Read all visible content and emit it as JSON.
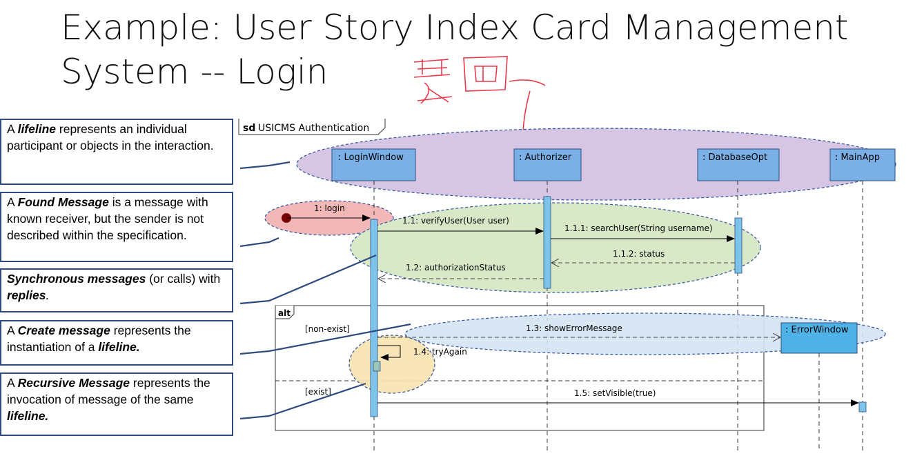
{
  "slide": {
    "title_line1": "Example: User Story Index Card Management",
    "title_line2": "System -- Login",
    "handwriting": "要画"
  },
  "notes": {
    "lifeline": {
      "p1": "A ",
      "em1": "lifeline",
      "p2": " represents an individual participant or objects in the interaction."
    },
    "found": {
      "p1": "A ",
      "em1": "Found Message",
      "p2": " is a message with known receiver, but the sender is not described within the specification."
    },
    "sync": {
      "em1": "Synchronous messages",
      "p1": " (or calls) with ",
      "em2": "replies",
      "p2": "."
    },
    "create": {
      "p1": "A ",
      "em1": "Create message",
      "p2": " represents the instantiation of a ",
      "em2": "lifeline."
    },
    "recursive": {
      "p1": "A ",
      "em1": "Recursive Message",
      "p2": " represents the invocation of message of the same ",
      "em2": "lifeline."
    }
  },
  "diagram": {
    "frame_keyword": "sd",
    "frame_name": "USICMS Authentication",
    "lifelines": [
      ": LoginWindow",
      ": Authorizer",
      ": DatabaseOpt",
      ": MainApp"
    ],
    "created_lifeline": ": ErrorWindow",
    "fragment": {
      "operator": "alt",
      "guard1": "[non-exist]",
      "guard2": "[exist]"
    },
    "messages": {
      "m1": "1: login",
      "m11": "1.1: verifyUser(User user)",
      "m111": "1.1.1: searchUser(String username)",
      "m112": "1.1.2: status",
      "m12": "1.2: authorizationStatus",
      "m13": "1.3: showErrorMessage",
      "m14": "1.4: tryAgain",
      "m15": "1.5: setVisible(true)"
    }
  },
  "colors": {
    "lifeline_box": "#7ab0e6",
    "activation": "#7ec4ea",
    "purple_ellipse": "#d7c6e3",
    "red_ellipse": "#f2b8b8",
    "green_ellipse": "#d9e8c6",
    "blue_ellipse": "#d5e4f3",
    "yellow_ellipse": "#f8e3b0",
    "connector": "#2e4a7d",
    "handwriting": "#e8384a"
  }
}
